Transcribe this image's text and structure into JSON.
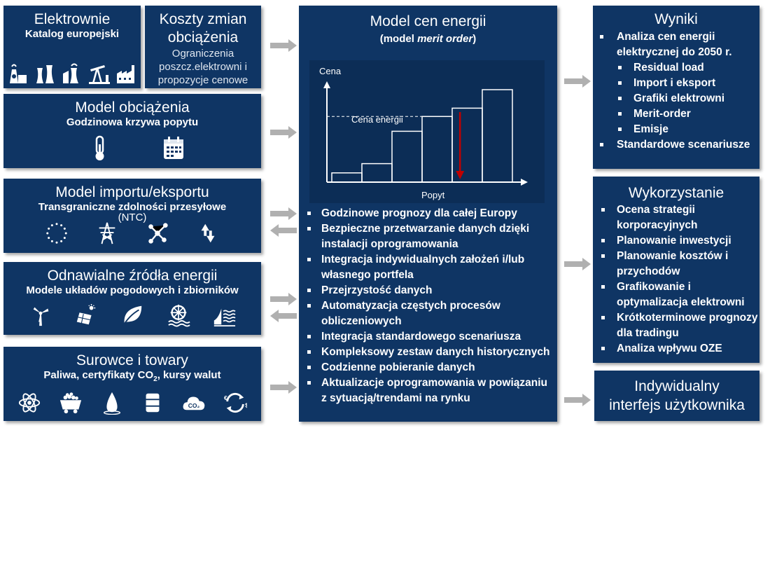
{
  "boxes": {
    "elektrownie": {
      "title": "Elektrownie",
      "sub": "Katalog europejski"
    },
    "koszty": {
      "title_1": "Koszty zmian",
      "title_2": "obciążenia",
      "sub_1": "Ograniczenia",
      "sub_2": "poszcz.elektrowni i",
      "sub_3": "propozycje cenowe"
    },
    "obciazenie": {
      "title": "Model obciążenia",
      "sub": "Godzinowa krzywa popytu"
    },
    "import": {
      "title": "Model importu/eksportu",
      "sub_1": "Transgraniczne zdolności przesyłowe",
      "sub_2": "(NTC)"
    },
    "oze": {
      "title": "Odnawialne źródła energii",
      "sub": "Modele układów pogodowych i zbiorników"
    },
    "surowce": {
      "title": "Surowce i towary",
      "sub_pre": "Paliwa, certyfikaty CO",
      "sub_subscript": "2",
      "sub_post": ", kursy walut"
    }
  },
  "model": {
    "title": "Model cen energii",
    "subtitle_pre": "(model ",
    "subtitle_italic": "merit order",
    "subtitle_post": ")",
    "items": [
      "Godzinowe prognozy dla całej Europy",
      "Bezpieczne przetwarzanie danych dzięki instalacji oprogramowania",
      "Integracja indywidualnych założeń i/lub własnego portfela",
      "Przejrzystość danych",
      "Automatyzacja częstych procesów obliczeniowych",
      "Integracja standardowego scenariusza",
      "Kompleksowy zestaw danych historycznych",
      "Codzienne pobieranie danych",
      "Aktualizacje oprogramowania w powiązaniu z sytuacją/trendami na rynku"
    ]
  },
  "chart_data": {
    "type": "bar",
    "ylabel": "Cena",
    "xlabel": "Popyt",
    "annotation": "Cena energii",
    "values": [
      0.1,
      0.2,
      0.55,
      0.71,
      0.8,
      1.0
    ],
    "price_level": 0.71,
    "demand_position": 0.71,
    "colors": {
      "bars": "#ffffff",
      "arrow": "#c00000"
    }
  },
  "wyniki": {
    "title": "Wyniki",
    "items": [
      {
        "text": "Analiza cen energii elektrycznej do 2050 r.",
        "level": 1
      },
      {
        "text": "Residual load",
        "level": 2
      },
      {
        "text": "Import i eksport",
        "level": 2
      },
      {
        "text": "Grafiki elektrowni",
        "level": 2
      },
      {
        "text": "Merit-order",
        "level": 2
      },
      {
        "text": "Emisje",
        "level": 2
      },
      {
        "text": "Standardowe scenariusze",
        "level": 1
      }
    ]
  },
  "wykorzystanie": {
    "title": "Wykorzystanie",
    "items": [
      "Ocena strategii korporacyjnych",
      "Planowanie inwestycji",
      "Planowanie kosztów i przychodów",
      "Grafikowanie i optymalizacja elektrowni",
      "Krótkoterminowe prognozy dla tradingu",
      "Analiza wpływu OZE"
    ]
  },
  "interfejs": {
    "title_1": "Indywidualny",
    "title_2": "interfejs użytkownika"
  },
  "icons": {
    "elektrownie": [
      "nuclear-plant-icon",
      "cooling-tower-icon",
      "coal-plant-icon",
      "oil-pump-icon",
      "factory-icon"
    ],
    "obciazenie": [
      "thermometer-icon",
      "calendar-icon"
    ],
    "import": [
      "eu-stars-icon",
      "power-pylon-icon",
      "network-icon",
      "up-down-arrows-icon"
    ],
    "oze": [
      "wind-turbine-icon",
      "solar-panel-icon",
      "biomass-leaf-icon",
      "water-wheel-icon",
      "dam-icon"
    ],
    "surowce": [
      "atom-icon",
      "coal-cart-icon",
      "gas-flame-icon",
      "oil-barrel-icon",
      "co2-cloud-icon",
      "currency-cycle-icon"
    ]
  },
  "colors": {
    "box": "#0f3564",
    "arrow": "#b0b0b0",
    "accent": "#c00000"
  }
}
